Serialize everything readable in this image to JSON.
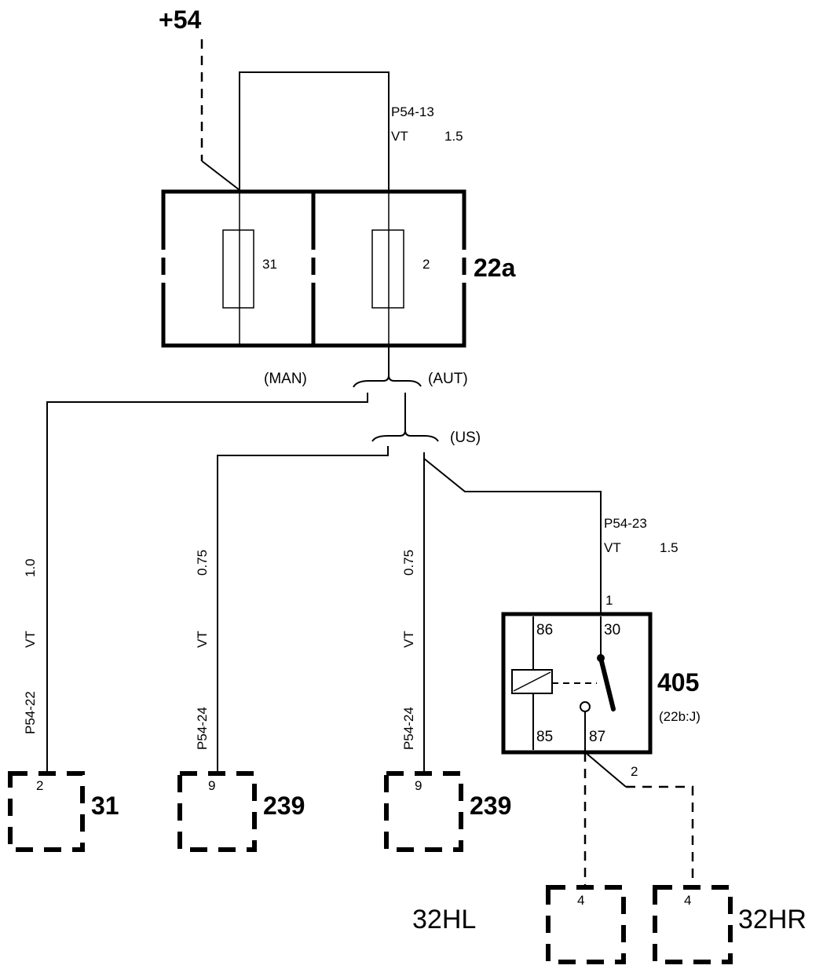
{
  "supply": {
    "label": "+54"
  },
  "fuse_box": {
    "id": "22a",
    "fuses": [
      {
        "number": "31"
      },
      {
        "number": "2"
      }
    ]
  },
  "wires": {
    "top": {
      "code": "P54-13",
      "color": "VT",
      "size": "1.5"
    },
    "to_relay": {
      "code": "P54-23",
      "color": "VT",
      "size": "1.5"
    },
    "left": {
      "code": "P54-22",
      "color": "VT",
      "size": "1.0"
    },
    "mid": {
      "code": "P54-24",
      "color": "VT",
      "size": "0.75"
    },
    "right": {
      "code": "P54-24",
      "color": "VT",
      "size": "0.75"
    }
  },
  "options": {
    "man": "(MAN)",
    "aut": "(AUT)",
    "us": "(US)"
  },
  "relay": {
    "id": "405",
    "location": "(22b:J)",
    "terminals": {
      "t86": "86",
      "t30": "30",
      "t85": "85",
      "t87": "87"
    },
    "pin_in": "1",
    "pin_out": "2"
  },
  "connectors": [
    {
      "id": "31",
      "pin": "2"
    },
    {
      "id": "239",
      "pin": "9"
    },
    {
      "id": "239",
      "pin": "9"
    },
    {
      "id": "32HL",
      "pin": "4"
    },
    {
      "id": "32HR",
      "pin": "4"
    }
  ]
}
